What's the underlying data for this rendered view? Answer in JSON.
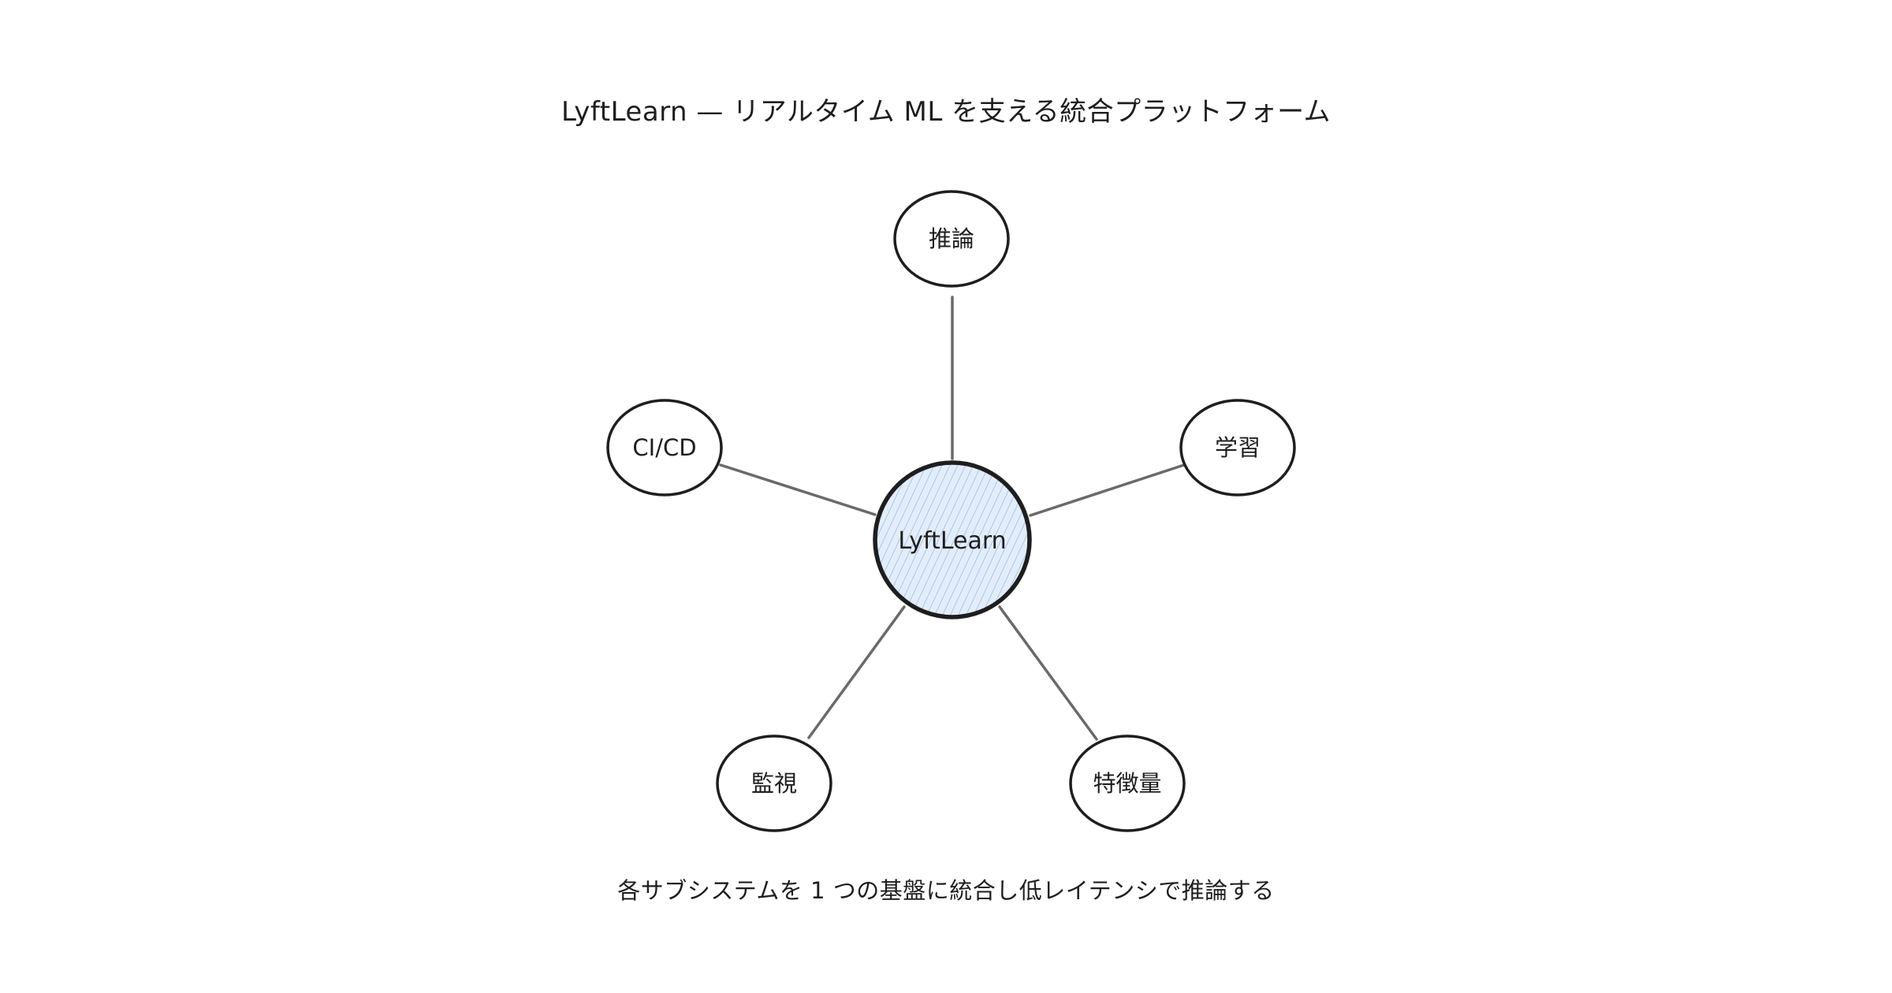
{
  "title": "LyftLearn — リアルタイム ML を支える統合プラットフォーム",
  "caption": "各サブシステムを 1 つの基盤に統合し低レイテンシで推論する",
  "hub": {
    "label": "LyftLearn",
    "fill_color": "#e3edf9",
    "hatch_color": "#a9c6ea"
  },
  "nodes": [
    {
      "label": "推論"
    },
    {
      "label": "学習"
    },
    {
      "label": "特徴量"
    },
    {
      "label": "監視"
    },
    {
      "label": "CI/CD"
    }
  ],
  "colors": {
    "stroke": "#1e1e1e",
    "edge": "#6a6a6a",
    "text": "#1e1e1e"
  }
}
